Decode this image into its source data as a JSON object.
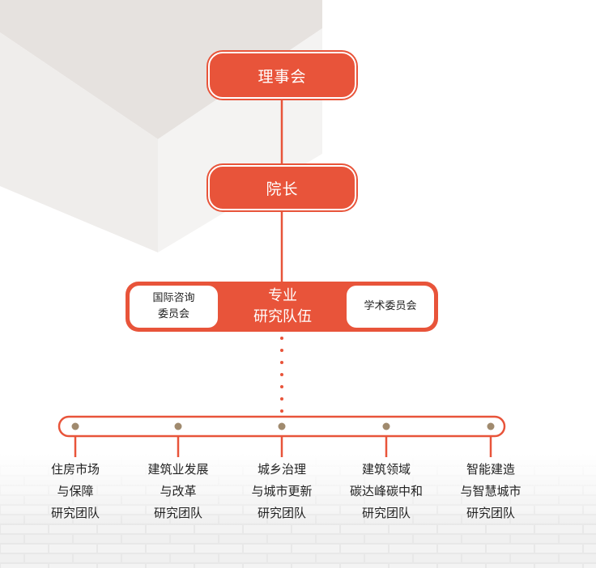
{
  "board": "理事会",
  "president": "院长",
  "center": {
    "line1": "专业",
    "line2": "研究队伍"
  },
  "left_committee": {
    "line1": "国际咨询",
    "line2": "委员会"
  },
  "right_committee": "学术委员会",
  "teams": [
    {
      "lines": [
        "住房市场",
        "与保障",
        "研究团队"
      ]
    },
    {
      "lines": [
        "建筑业发展",
        "与改革",
        "研究团队"
      ]
    },
    {
      "lines": [
        "城乡治理",
        "与城市更新",
        "研究团队"
      ]
    },
    {
      "lines": [
        "建筑领域",
        "碳达峰碳中和",
        "研究团队"
      ]
    },
    {
      "lines": [
        "智能建造",
        "与智慧城市",
        "研究团队"
      ]
    }
  ],
  "colors": {
    "accent": "#e8543a",
    "dot": "#a08a6e",
    "text": "#222222"
  }
}
